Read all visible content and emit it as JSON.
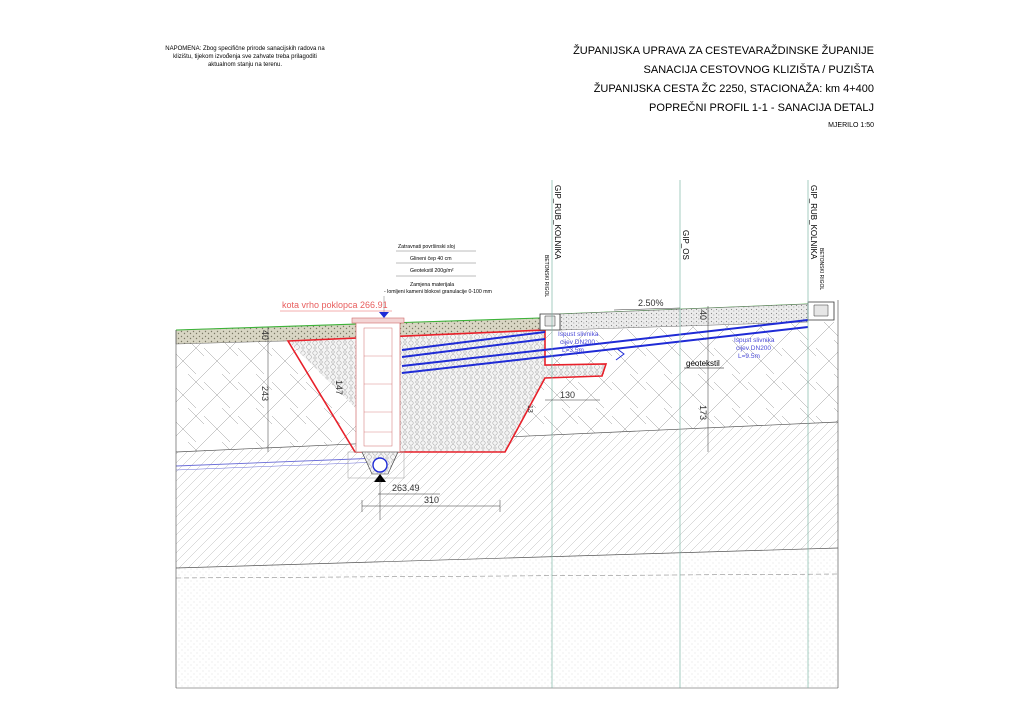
{
  "note": "NAPOMENA: Zbog specifične prirode sanacijskih radova na klizištu, tijekom izvođenja sve zahvate treba prilagoditi aktualnom stanju na terenu.",
  "title": {
    "line1": "ŽUPANIJSKA UPRAVA ZA CESTEVARAŽDINSKE ŽUPANIJE",
    "line2": "SANACIJA CESTOVNOG KLIZIŠTA / PUZIŠTA",
    "line3": "ŽUPANIJSKA CESTA ŽC 2250, STACIONAŽA: km 4+400",
    "line4": "POPREČNI PROFIL 1-1 - SANACIJA DETALJ",
    "scale": "MJERILO 1:50"
  },
  "axes": {
    "left_edge": "GIP_RUB_KOLNIKA",
    "center": "GIP_OS",
    "right_edge": "GIP_RUB_KOLNIKA",
    "left_gutter": "BETONSKI RIGOL",
    "right_gutter": "BETONSKI RIGOL"
  },
  "legend": {
    "item1": "Zatravnati površinski sloj",
    "item2": "Glineni čep 40 cm",
    "item3": "Geotekstil 200g/m²",
    "item4": "Zamjena materijala",
    "item5": "- lomljeni kameni blokovi granulacije 0-100 mm"
  },
  "labels": {
    "manhole_top": "kota vrho poklopca 266.91",
    "slope": "2.50%",
    "pipe_left_1": "Ispust slivnika",
    "pipe_left_2": "cijev DN200",
    "pipe_left_3": "L=3.5m",
    "pipe_right_1": "Ispust slivnika",
    "pipe_right_2": "cijev DN200",
    "pipe_right_3": "L=9.5m",
    "geotextile": "geotekstil",
    "drain_level": "263.49"
  },
  "dims": {
    "top_layer": "40",
    "left_depth": "243",
    "trench_depth": "147",
    "road_layer": "40",
    "right_depth": "173",
    "inner_width": "130",
    "drain_width": "310",
    "small": "13"
  },
  "colors": {
    "trench": "#e8202a",
    "pipes": "#1f2bd6",
    "grass": "#3db339",
    "ground_line": "#555555",
    "water_line": "#6a6cd8",
    "axis_line": "#7fb7a8"
  }
}
